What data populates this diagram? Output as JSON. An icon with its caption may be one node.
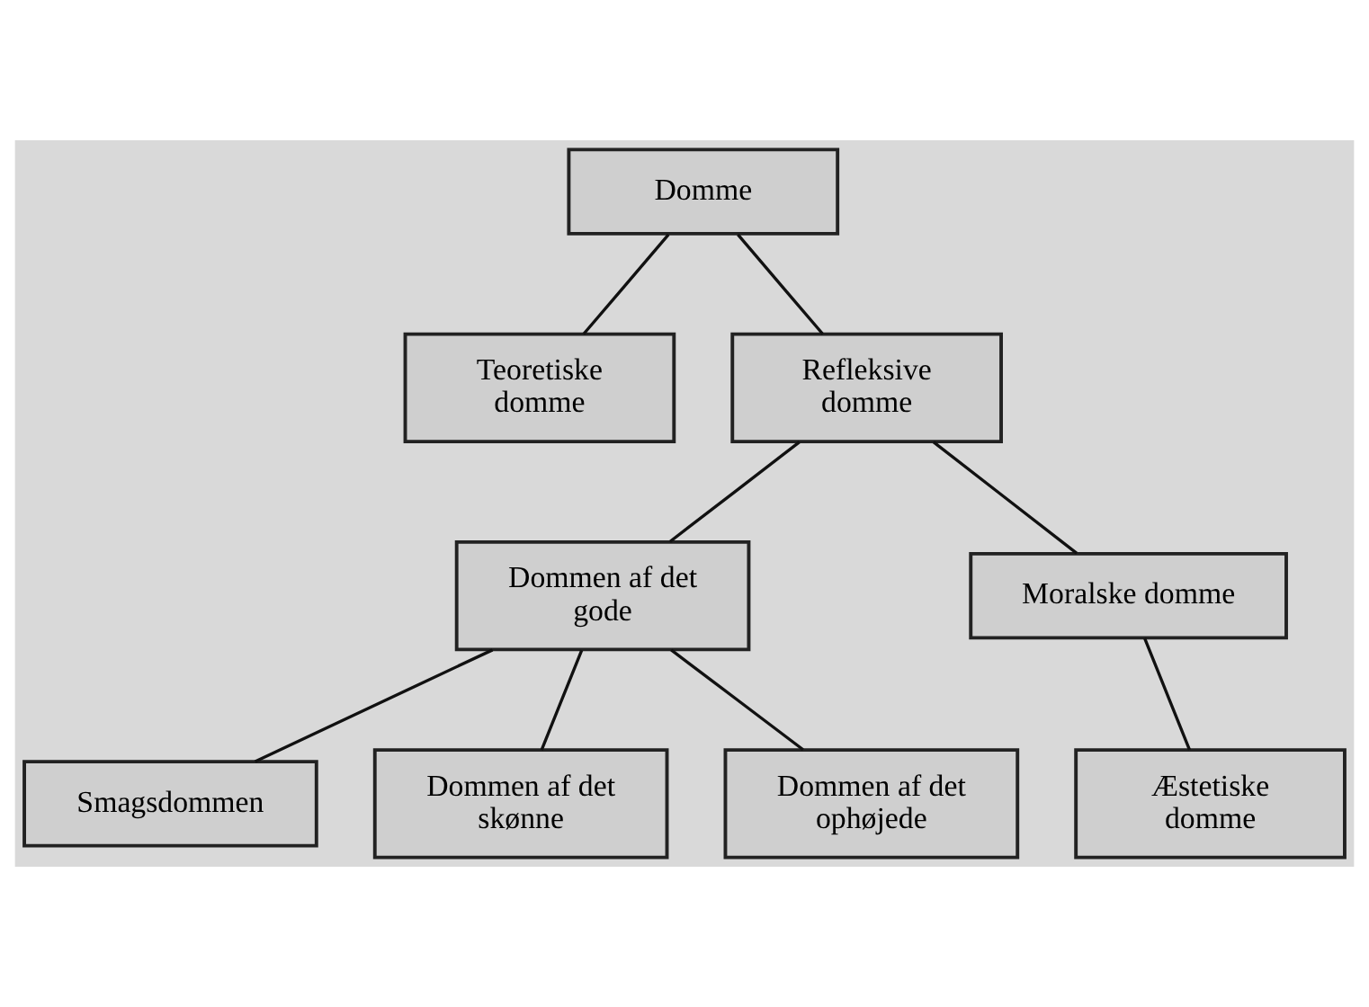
{
  "diagram": {
    "nodes": [
      {
        "text": [
          "Domme"
        ]
      },
      {
        "text": [
          "Teoretiske domme"
        ]
      },
      {
        "text": [
          "Refleksive domme"
        ]
      },
      {
        "text": [
          "Dommen af det gode"
        ]
      },
      {
        "text": [
          "Moralske domme"
        ]
      },
      {
        "text": [
          "Smagsdommen"
        ]
      },
      {
        "text": [
          "Dommen af det skønne"
        ]
      },
      {
        "text": [
          "Dommen af det ophøjede"
        ]
      },
      {
        "text": [
          "Æstetiske domme"
        ]
      }
    ],
    "edges": [
      {
        "from": 0,
        "to": 1,
        "arrow": "none"
      },
      {
        "from": 0,
        "to": 2,
        "arrow": "none"
      },
      {
        "from": 2,
        "to": 3,
        "arrow": "none"
      },
      {
        "from": 2,
        "to": 4,
        "arrow": "none"
      },
      {
        "from": 3,
        "to": 5,
        "arrow": "none"
      },
      {
        "from": 3,
        "to": 6,
        "arrow": "none"
      },
      {
        "from": 3,
        "to": 7,
        "arrow": "none"
      },
      {
        "from": 4,
        "to": 8,
        "arrow": "none"
      }
    ]
  }
}
